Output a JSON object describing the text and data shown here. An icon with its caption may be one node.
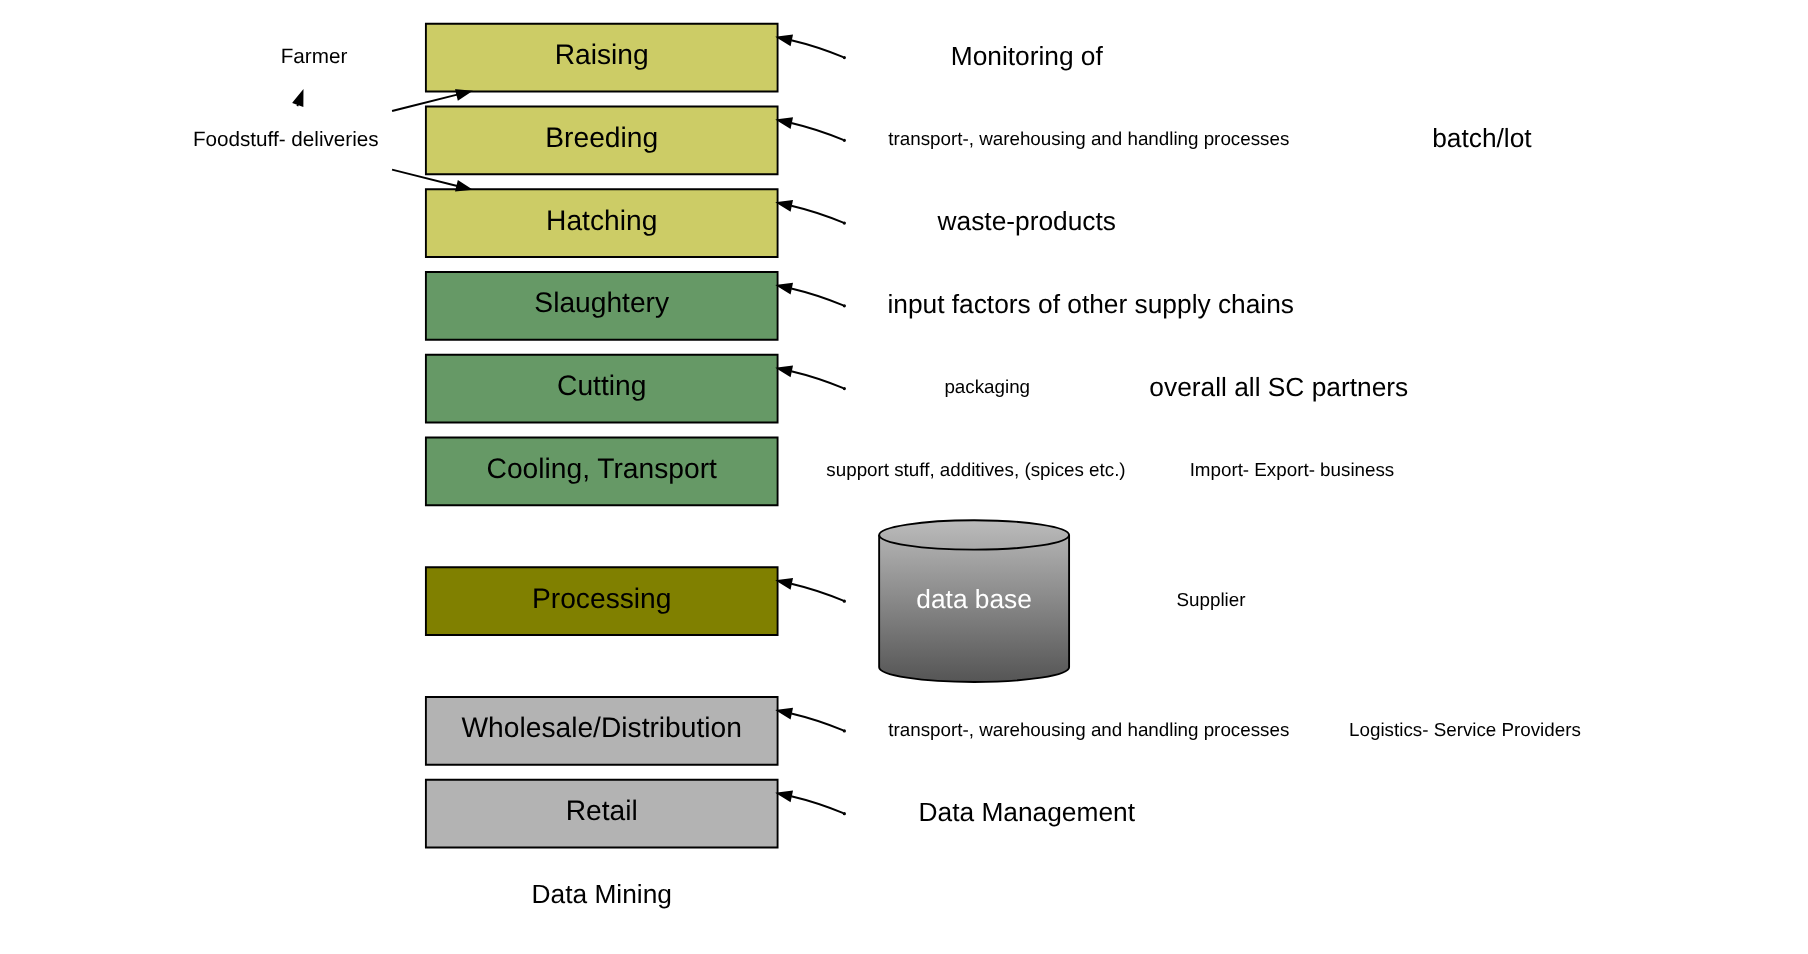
{
  "diagram": {
    "nodes": [
      {
        "text": [
          "Farmer"
        ]
      },
      {
        "text": [
          "Foodstuff- deliveries"
        ]
      },
      {
        "text": [
          "Raising"
        ]
      },
      {
        "text": [
          "Breeding"
        ]
      },
      {
        "text": [
          "Hatching"
        ]
      },
      {
        "text": [
          "Slaughtery"
        ]
      },
      {
        "text": [
          "Cutting"
        ]
      },
      {
        "text": [
          "Cooling, Transport"
        ]
      },
      {
        "text": [
          "Processing"
        ]
      },
      {
        "text": [
          "Wholesale/Distribution"
        ]
      },
      {
        "text": [
          "Retail"
        ]
      },
      {
        "text": [
          "data base"
        ]
      }
    ],
    "edges": [
      {
        "from": 1,
        "to": 0,
        "arrow": "to"
      },
      {
        "from": 1,
        "to": 2,
        "arrow": "to"
      },
      {
        "from": 1,
        "to": 4,
        "arrow": "to"
      },
      {
        "from": null,
        "to": 2,
        "arrow": "to"
      },
      {
        "from": null,
        "to": 3,
        "arrow": "to"
      },
      {
        "from": null,
        "to": 4,
        "arrow": "to"
      },
      {
        "from": null,
        "to": 5,
        "arrow": "to"
      },
      {
        "from": null,
        "to": 6,
        "arrow": "to"
      },
      {
        "from": null,
        "to": 8,
        "arrow": "to"
      },
      {
        "from": null,
        "to": 9,
        "arrow": "to"
      },
      {
        "from": null,
        "to": 10,
        "arrow": "to"
      }
    ],
    "labels": [
      "Import- Export- business",
      "Supplier",
      "Logistics- Service Providers",
      "transport-, warehousing and handling processes",
      "packaging",
      "support stuff, additives, (spices etc.)",
      "transport-, warehousing and handling processes",
      "Monitoring of",
      "batch/lot",
      "waste-products",
      "input factors of other supply chains",
      "overall all SC partners",
      "Data Management",
      "Data Mining"
    ]
  }
}
